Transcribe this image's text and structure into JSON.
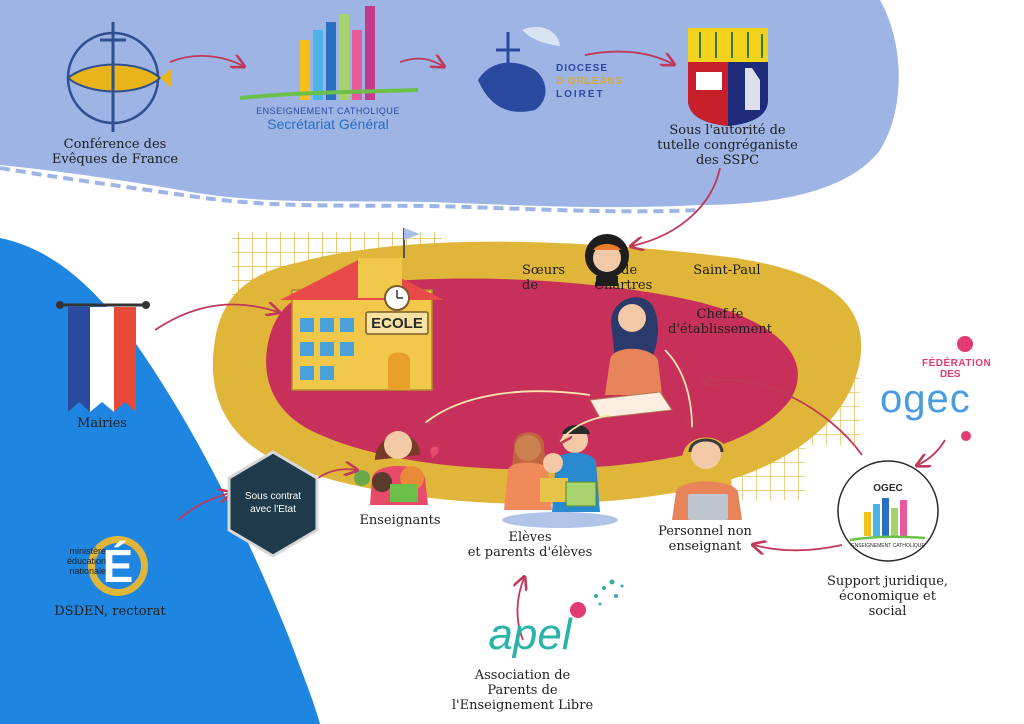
{
  "colors": {
    "top_band": "#9db4e4",
    "left_band": "#1e86e0",
    "mustard": "#e0b63a",
    "crimson": "#c7305a",
    "arrow": "#c0385a",
    "ogec_blue": "#4a9ce0",
    "ogec_pink": "#e23a72",
    "apel_teal": "#2bb3a7",
    "hex_fill": "#1f3a4a"
  },
  "top_row": {
    "cef": {
      "label_1": "Conférence des",
      "label_2": "Evêques de France"
    },
    "sg": {
      "line_1": "ENSEIGNEMENT CATHOLIQUE",
      "line_2": "Secrétariat Général"
    },
    "diocese": {
      "line_1": "DIOCESE",
      "line_2": "D'ORLEANS",
      "line_3": "LOIRET"
    },
    "tutelle": {
      "label_1": "Sous l'autorité de",
      "label_2": "tutelle congréganiste",
      "label_3": "des SSPC"
    }
  },
  "center": {
    "school_sign": "ECOLE",
    "soeurs_label": "Sœurs de Saint-Paul de Chartres",
    "chef_label_1": "Chef.fe",
    "chef_label_2": "d'établissement",
    "enseignants": "Enseignants",
    "eleves_1": "Elèves",
    "eleves_2": "et parents d'élèves",
    "personnel_1": "Personnel non",
    "personnel_2": "enseignant"
  },
  "left": {
    "mairies": "Mairies",
    "hex_1": "Sous contrat",
    "hex_2": "avec l'Etat",
    "ministere_1": "ministère",
    "ministere_2": "éducation",
    "ministere_3": "nationale",
    "dsden": "DSDEN, rectorat"
  },
  "right": {
    "federation_1": "FÉDÉRATION",
    "federation_2": "DES",
    "federation_3": "ogec",
    "ogec_title": "OGEC",
    "ogec_sub": "ENSEIGNEMENT CATHOLIQUE",
    "support_1": "Support juridique,",
    "support_2": "économique et",
    "support_3": "social"
  },
  "bottom": {
    "apel": "apel",
    "asso_1": "Association de",
    "asso_2": "Parents de",
    "asso_3": "l'Enseignement Libre"
  }
}
